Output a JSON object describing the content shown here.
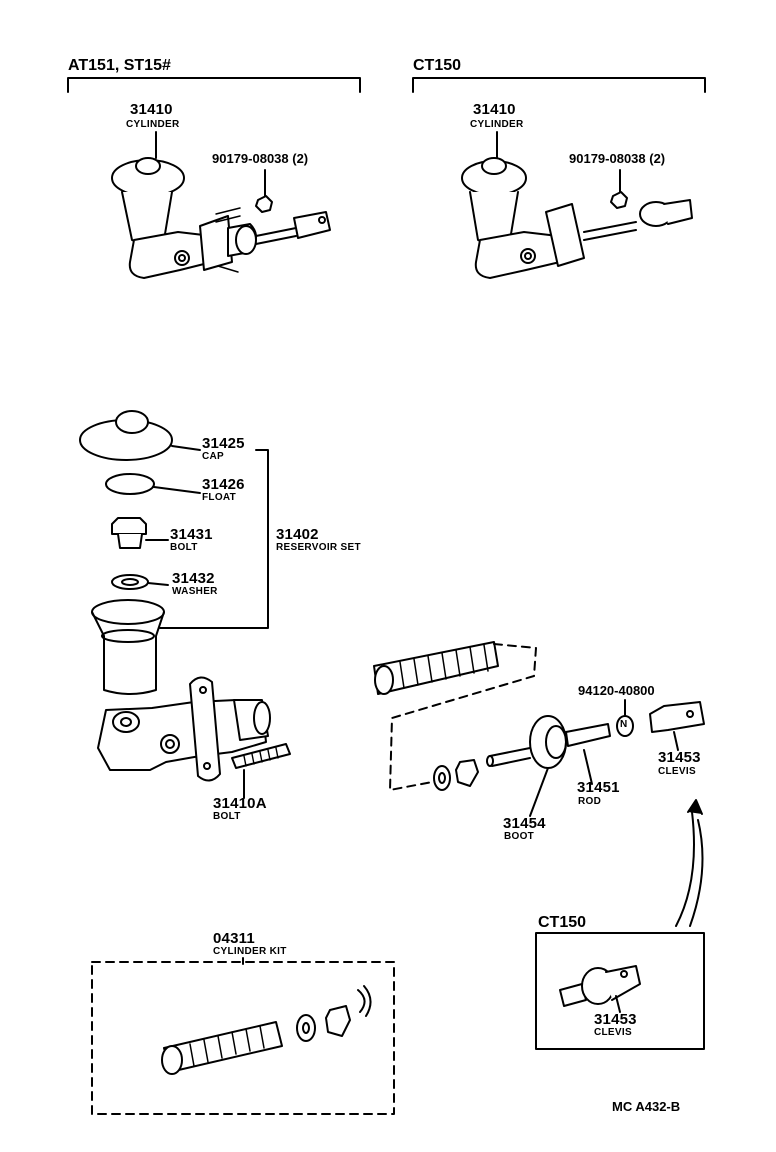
{
  "headers": {
    "left": "AT151, ST15#",
    "right": "CT150",
    "inset": "CT150",
    "kit_number": "04311",
    "kit_label": "CYLINDER KIT",
    "figure_code": "MC A432-B"
  },
  "parts": {
    "cyl_left_num": "31410",
    "cyl_left_name": "CYLINDER",
    "nut_left": "90179-08038 (2)",
    "cyl_right_num": "31410",
    "cyl_right_name": "CYLINDER",
    "nut_right": "90179-08038 (2)",
    "cap_num": "31425",
    "cap_name": "CAP",
    "float_num": "31426",
    "float_name": "FLOAT",
    "bolt_num": "31431",
    "bolt_name": "BOLT",
    "reservoir_num": "31402",
    "reservoir_name": "RESERVOIR SET",
    "washer_num": "31432",
    "washer_name": "WASHER",
    "stud_num": "31410A",
    "stud_name": "BOLT",
    "nut_clevis": "94120-40800",
    "clevis_num": "31453",
    "clevis_name": "CLEVIS",
    "rod_num": "31451",
    "rod_name": "ROD",
    "boot_num": "31454",
    "boot_name": "BOOT",
    "inset_clevis_num": "31453",
    "inset_clevis_name": "CLEVIS",
    "nut_marker": "N"
  }
}
